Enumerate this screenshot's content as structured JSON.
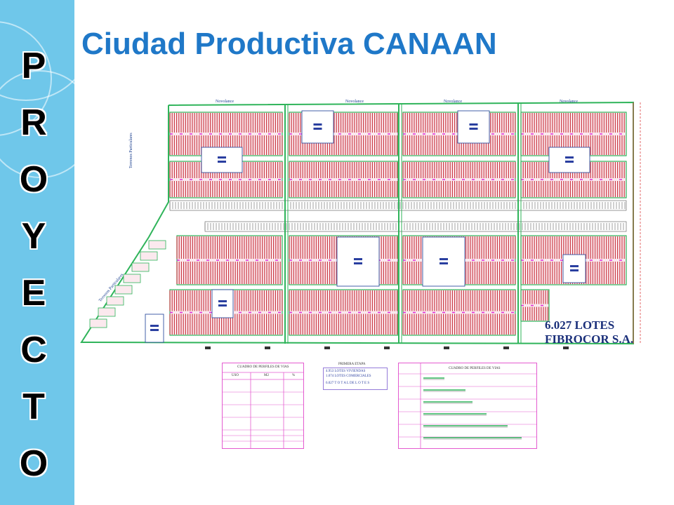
{
  "slide": {
    "title": "Ciudad Productiva CANAAN",
    "side_letters": [
      "P",
      "R",
      "O",
      "Y",
      "E",
      "C",
      "T",
      "O"
    ]
  },
  "plan": {
    "street_labels": [
      "Novolance",
      "Novolance",
      "Novolance",
      "Novolance"
    ],
    "side_street_1": "Terrenos Particulares",
    "side_street_2": "Terrenos Particulares",
    "lotes_line1": "6.027 LOTES",
    "lotes_line2": "FIBROCOR S.A."
  },
  "tables": {
    "left_title": "CUADRO DE PERFILES DE VIAS",
    "left_headers": [
      "USO",
      "M2",
      "%"
    ],
    "mid_title": "PRIMERA ETAPA",
    "mid_lines": [
      "4.953  LOTES VIVIENDAS",
      "1.074  LOTES COMERCIALES",
      "6.027  T O T A L   DE L O T E S"
    ],
    "right_title": "CUADRO DE PERFILES DE VIAS"
  },
  "colors": {
    "sidebar": "#6fc7ea",
    "title": "#1f78c8",
    "plan_green": "#2fb45a",
    "plan_red": "#c8323c",
    "plan_magenta": "#e02bd8",
    "table_border": "#e45bd0"
  }
}
